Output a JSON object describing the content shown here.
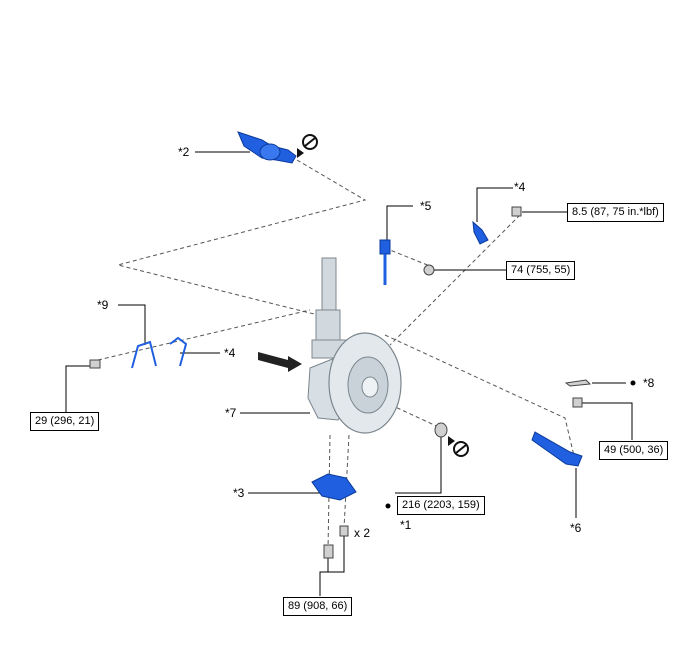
{
  "callouts": {
    "c1": "*1",
    "c2": "*2",
    "c3": "*3",
    "c4a": "*4",
    "c4b": "*4",
    "c5": "*5",
    "c6": "*6",
    "c7": "*7",
    "c8": "*8",
    "c9": "*9"
  },
  "torques": {
    "t_85": "8.5 (87, 75 in.*lbf)",
    "t_74": "74 (755, 55)",
    "t_29": "29 (296, 21)",
    "t_49": "49 (500, 36)",
    "t_216": "216 (2203, 159)",
    "t_89": "89 (908, 66)"
  },
  "multiplier": "x 2",
  "colors": {
    "part_blue": "#1f5fe0",
    "part_grey": "#c9d2d8",
    "line": "#000000"
  }
}
